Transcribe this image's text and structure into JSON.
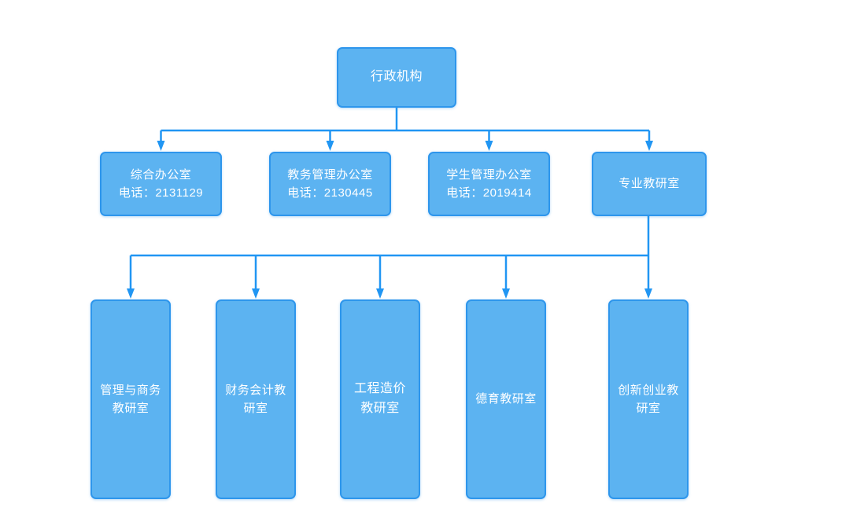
{
  "diagram": {
    "type": "org-chart",
    "root": {
      "label": "行政机构"
    },
    "level2": [
      {
        "label": "综合办公室\n电话：2131129",
        "name": "综合办公室",
        "phone": "2131129"
      },
      {
        "label": "教务管理办公室\n电话：2130445",
        "name": "教务管理办公室",
        "phone": "2130445"
      },
      {
        "label": "学生管理办公室\n电话：2019414",
        "name": "学生管理办公室",
        "phone": "2019414"
      },
      {
        "label": "专业教研室",
        "name": "专业教研室"
      }
    ],
    "level3": [
      {
        "label": "管理与商务\n教研室",
        "name": "管理与商务教研室"
      },
      {
        "label": "财务会计教\n研室",
        "name": "财务会计教研室"
      },
      {
        "label": "工程造价\n教研室",
        "name": "工程造价教研室"
      },
      {
        "label": "德育教研室",
        "name": "德育教研室"
      },
      {
        "label": "创新创业教\n研室",
        "name": "创新创业教研室"
      }
    ],
    "edges": [
      {
        "from": "行政机构",
        "to": "综合办公室"
      },
      {
        "from": "行政机构",
        "to": "教务管理办公室"
      },
      {
        "from": "行政机构",
        "to": "学生管理办公室"
      },
      {
        "from": "行政机构",
        "to": "专业教研室"
      },
      {
        "from": "专业教研室",
        "to": "管理与商务教研室"
      },
      {
        "from": "专业教研室",
        "to": "财务会计教研室"
      },
      {
        "from": "专业教研室",
        "to": "工程造价教研室"
      },
      {
        "from": "专业教研室",
        "to": "德育教研室"
      },
      {
        "from": "专业教研室",
        "to": "创新创业教研室"
      }
    ]
  },
  "colors": {
    "node_fill": "#5CB3F1",
    "node_border": "#2E96EC",
    "connector": "#2196F3",
    "text": "#FFFFFF",
    "background": "#FFFFFF"
  }
}
